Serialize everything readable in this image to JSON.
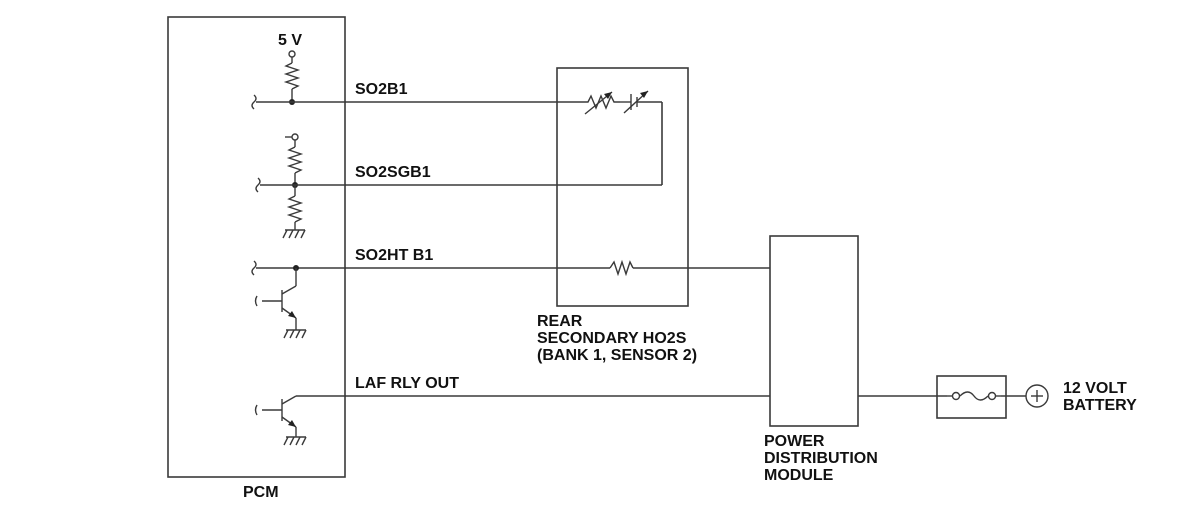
{
  "labels": {
    "supply": "5 V",
    "so2b1": "SO2B1",
    "so2sgb1": "SO2SGB1",
    "so2htb1": "SO2HT B1",
    "laf_rly_out": "LAF RLY OUT",
    "pcm": "PCM",
    "rear_sensor": "REAR\nSECONDARY HO2S\n(BANK 1, SENSOR 2)",
    "pdm": "POWER\nDISTRIBUTION\nMODULE",
    "battery": "12 VOLT\nBATTERY"
  }
}
